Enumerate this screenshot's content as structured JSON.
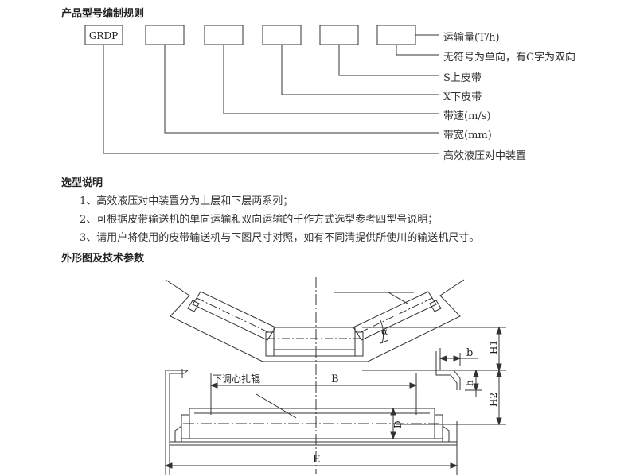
{
  "sections": {
    "model_rule": "产品型号编制规则",
    "selection": "选型说明",
    "outline": "外形图及技术参数"
  },
  "model_code": {
    "prefix": "GRDP",
    "labels": [
      "运输量(T/h)",
      "无符号为单向，有C字为双向",
      "S上皮带",
      "X下皮带",
      "带速(m/s)",
      "带宽(mm)",
      "高效液压对中装置"
    ]
  },
  "selection_notes": [
    "1、高效液压对中装置分为上层和下层两系列；",
    "2、可根据皮带输送机的单向运输和双向运输的千作方式选型参考四型号说明；",
    "3、请用户将使用的皮带输送机与下图尺寸对照，如有不同清提供所使川的输送机尺寸。"
  ],
  "drawing": {
    "lower_roller_label": "下调心扎辊",
    "dim_B": "B",
    "dim_E": "E",
    "dim_D": "D",
    "dim_b": "b",
    "dim_h": "h",
    "dim_H1": "H1",
    "dim_H2": "H2",
    "angle": "α"
  }
}
